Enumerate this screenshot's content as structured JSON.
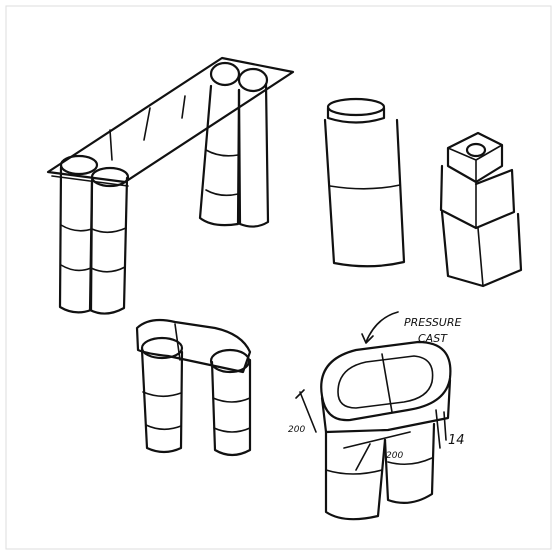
{
  "sketch": {
    "colors": {
      "paper": "#ffffff",
      "ink": "#111111",
      "border": "#dddddd"
    },
    "annotations": {
      "callout_line1": "PRESSURE",
      "callout_line2": "CAST",
      "dim_left": "200",
      "dim_right": "200",
      "dim_side": "14"
    }
  }
}
